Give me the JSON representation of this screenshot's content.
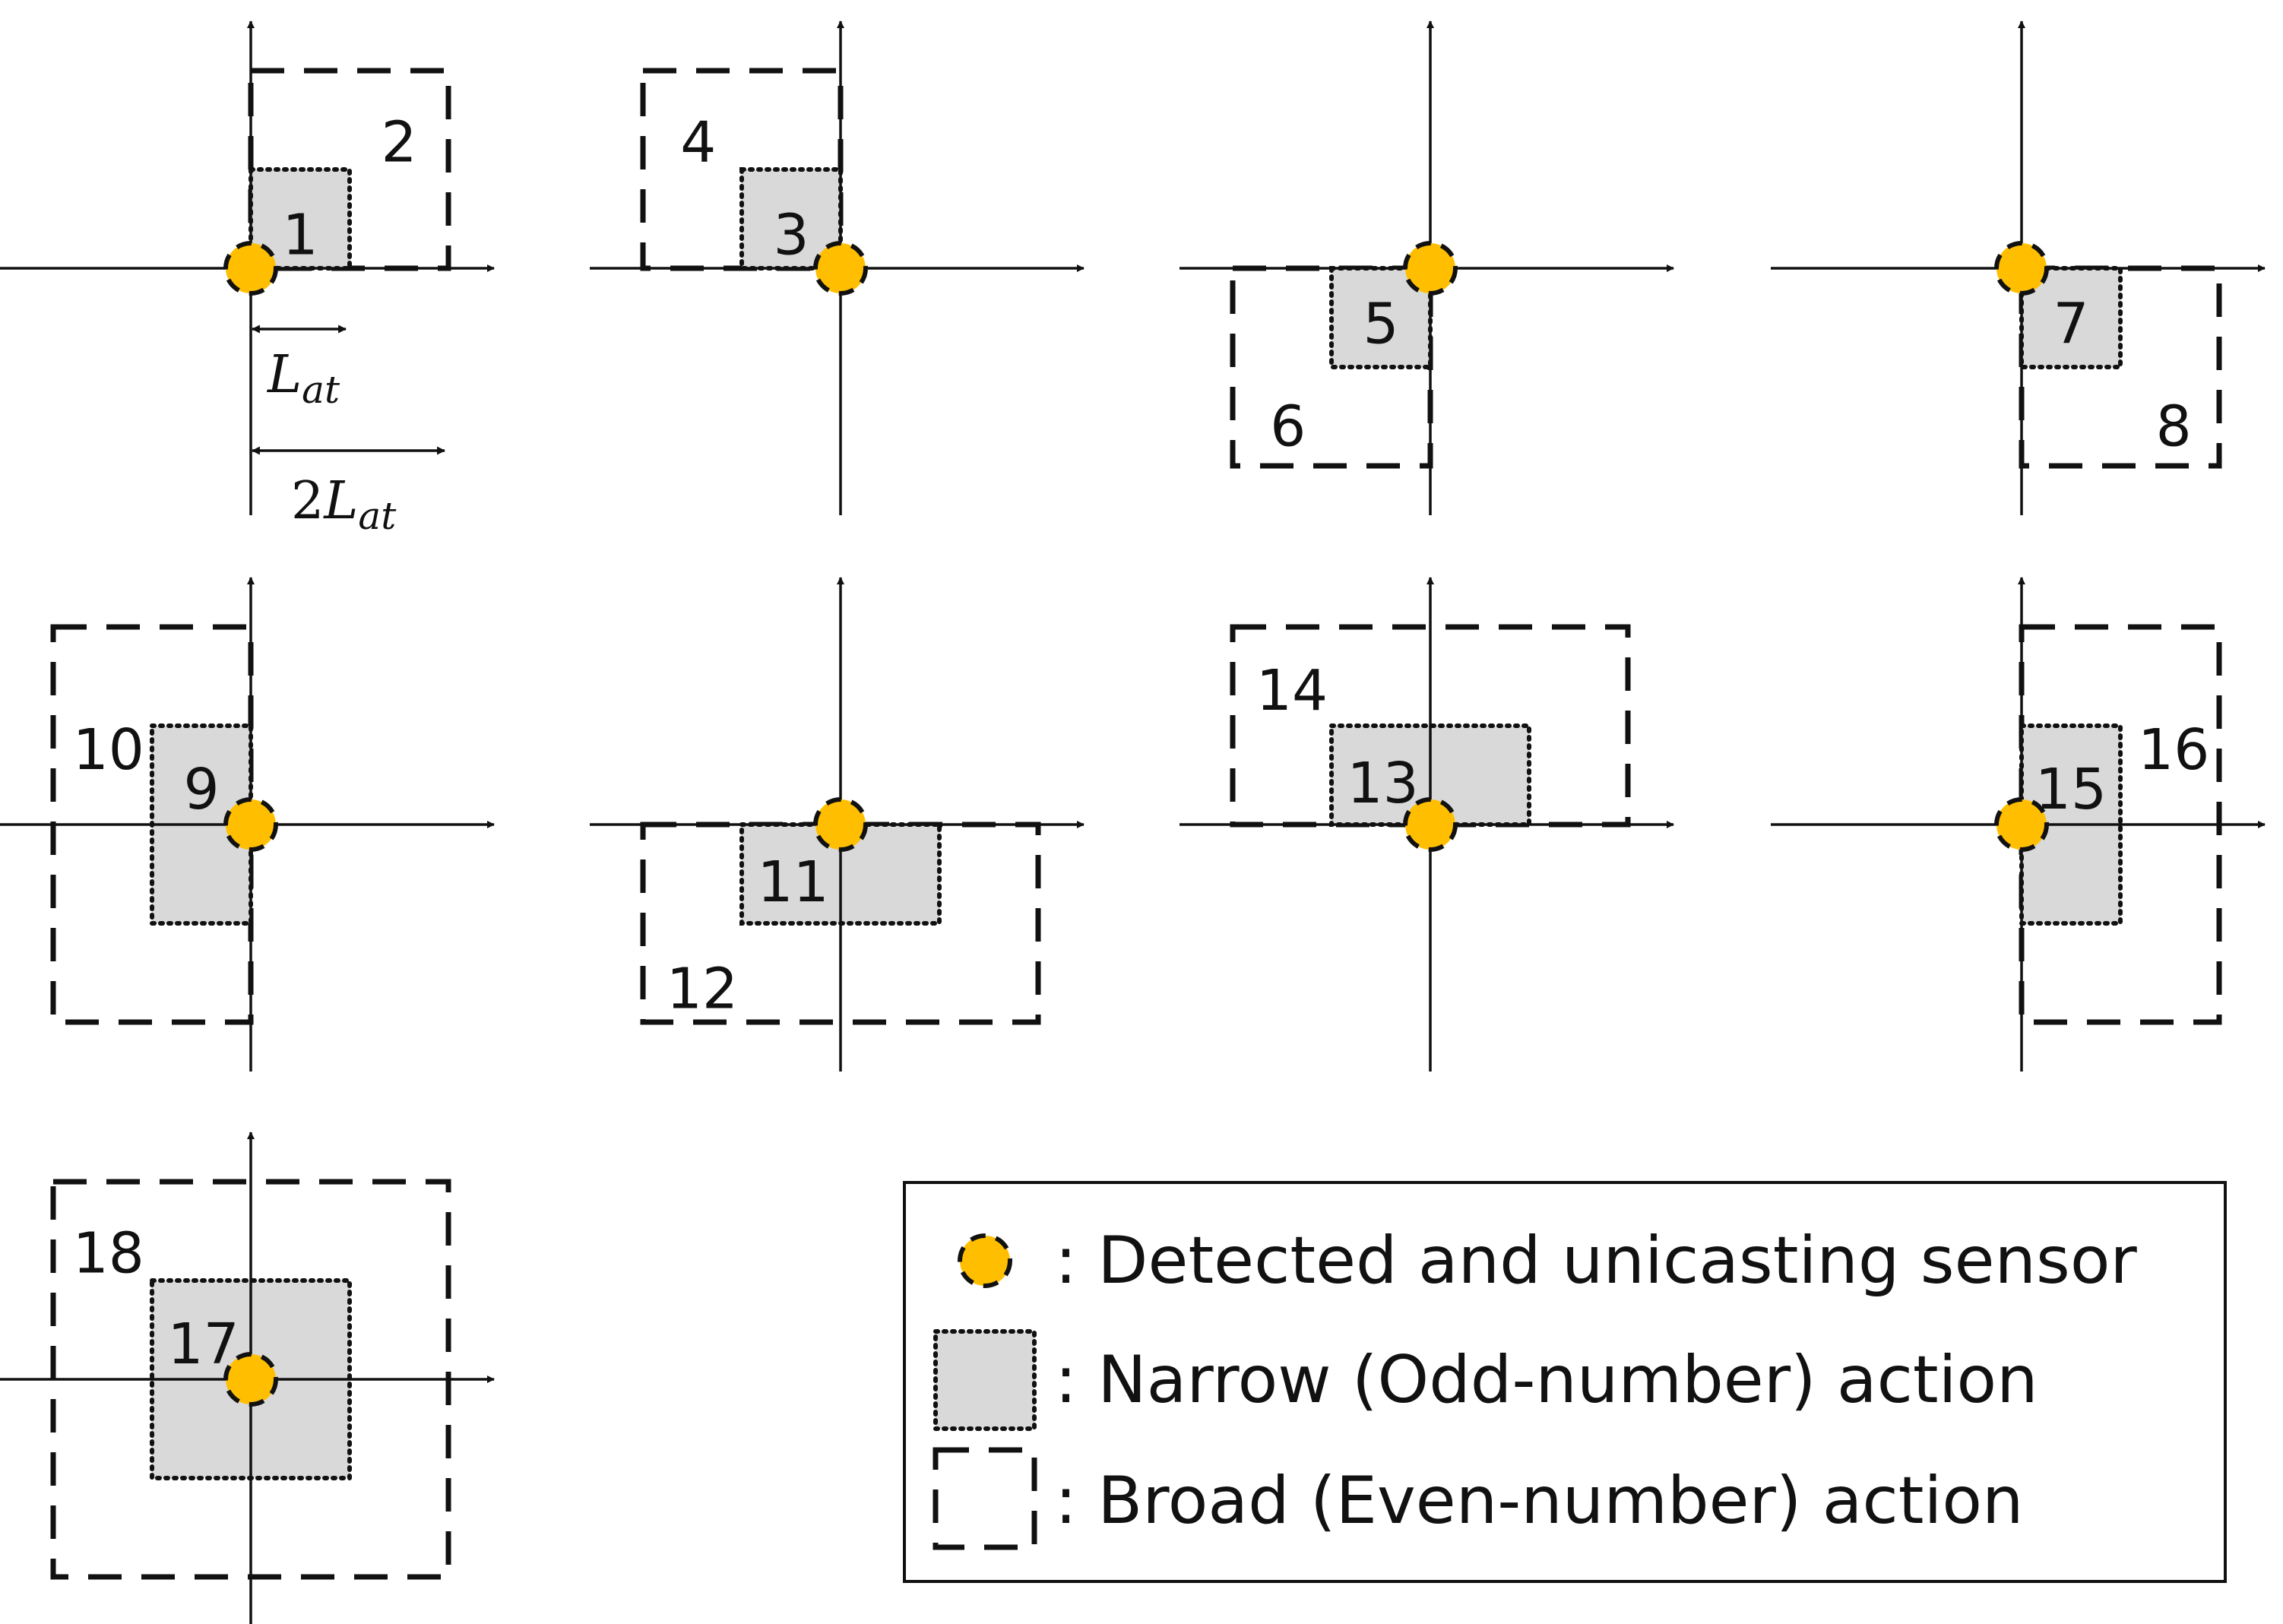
{
  "colors": {
    "sensor_fill": "#ffbf00",
    "narrow_fill": "#d9d9d9",
    "stroke": "#111111"
  },
  "panels": [
    {
      "narrow": {
        "label": "1",
        "quadrant": "upper-right"
      },
      "broad": {
        "label": "2",
        "quadrant": "upper-right"
      }
    },
    {
      "narrow": {
        "label": "3",
        "quadrant": "upper-left"
      },
      "broad": {
        "label": "4",
        "quadrant": "upper-left"
      }
    },
    {
      "narrow": {
        "label": "5",
        "quadrant": "lower-left"
      },
      "broad": {
        "label": "6",
        "quadrant": "lower-left"
      }
    },
    {
      "narrow": {
        "label": "7",
        "quadrant": "lower-right"
      },
      "broad": {
        "label": "8",
        "quadrant": "lower-right"
      }
    },
    {
      "narrow": {
        "label": "9",
        "quadrant": "left-half"
      },
      "broad": {
        "label": "10",
        "quadrant": "left-half"
      }
    },
    {
      "narrow": {
        "label": "11",
        "quadrant": "lower-half"
      },
      "broad": {
        "label": "12",
        "quadrant": "lower-half"
      }
    },
    {
      "narrow": {
        "label": "13",
        "quadrant": "upper-half"
      },
      "broad": {
        "label": "14",
        "quadrant": "upper-half"
      }
    },
    {
      "narrow": {
        "label": "15",
        "quadrant": "right-half"
      },
      "broad": {
        "label": "16",
        "quadrant": "right-half"
      }
    },
    {
      "narrow": {
        "label": "17",
        "quadrant": "centered"
      },
      "broad": {
        "label": "18",
        "quadrant": "centered"
      }
    }
  ],
  "scale": {
    "lat_base": "L",
    "lat_sub": "at",
    "two_lat_coef": "2"
  },
  "legend": {
    "sensor_label": ": Detected and unicasting sensor",
    "narrow_label": ": Narrow (Odd-number) action",
    "broad_label": ": Broad (Even-number) action"
  }
}
